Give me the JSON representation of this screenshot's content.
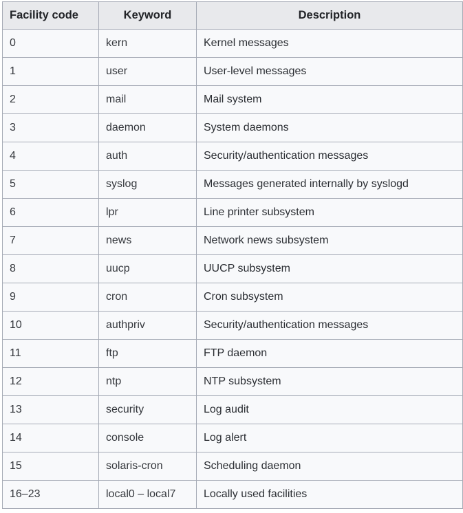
{
  "table": {
    "name": "syslog-facility-codes",
    "columns": [
      {
        "key": "code",
        "label": "Facility code",
        "align": "left"
      },
      {
        "key": "keyword",
        "label": "Keyword",
        "align": "center"
      },
      {
        "key": "desc",
        "label": "Description",
        "align": "center"
      }
    ],
    "rows": [
      {
        "code": "0",
        "keyword": "kern",
        "desc": "Kernel messages"
      },
      {
        "code": "1",
        "keyword": "user",
        "desc": "User-level messages"
      },
      {
        "code": "2",
        "keyword": "mail",
        "desc": "Mail system"
      },
      {
        "code": "3",
        "keyword": "daemon",
        "desc": "System daemons"
      },
      {
        "code": "4",
        "keyword": "auth",
        "desc": "Security/authentication messages"
      },
      {
        "code": "5",
        "keyword": "syslog",
        "desc": "Messages generated internally by syslogd"
      },
      {
        "code": "6",
        "keyword": "lpr",
        "desc": "Line printer subsystem"
      },
      {
        "code": "7",
        "keyword": "news",
        "desc": "Network news subsystem"
      },
      {
        "code": "8",
        "keyword": "uucp",
        "desc": "UUCP subsystem"
      },
      {
        "code": "9",
        "keyword": "cron",
        "desc": "Cron subsystem"
      },
      {
        "code": "10",
        "keyword": "authpriv",
        "desc": "Security/authentication messages"
      },
      {
        "code": "11",
        "keyword": "ftp",
        "desc": "FTP daemon"
      },
      {
        "code": "12",
        "keyword": "ntp",
        "desc": "NTP subsystem"
      },
      {
        "code": "13",
        "keyword": "security",
        "desc": "Log audit"
      },
      {
        "code": "14",
        "keyword": "console",
        "desc": "Log alert"
      },
      {
        "code": "15",
        "keyword": "solaris-cron",
        "desc": "Scheduling daemon"
      },
      {
        "code": "16–23",
        "keyword": "local0 – local7",
        "desc": "Locally used facilities"
      }
    ]
  },
  "colors": {
    "header_background": "#e8e9ec",
    "cell_background": "#f8f9fb",
    "border": "#a5aab5",
    "header_text": "#222428",
    "cell_text": "#2b2e33",
    "page_background": "#ffffff"
  }
}
